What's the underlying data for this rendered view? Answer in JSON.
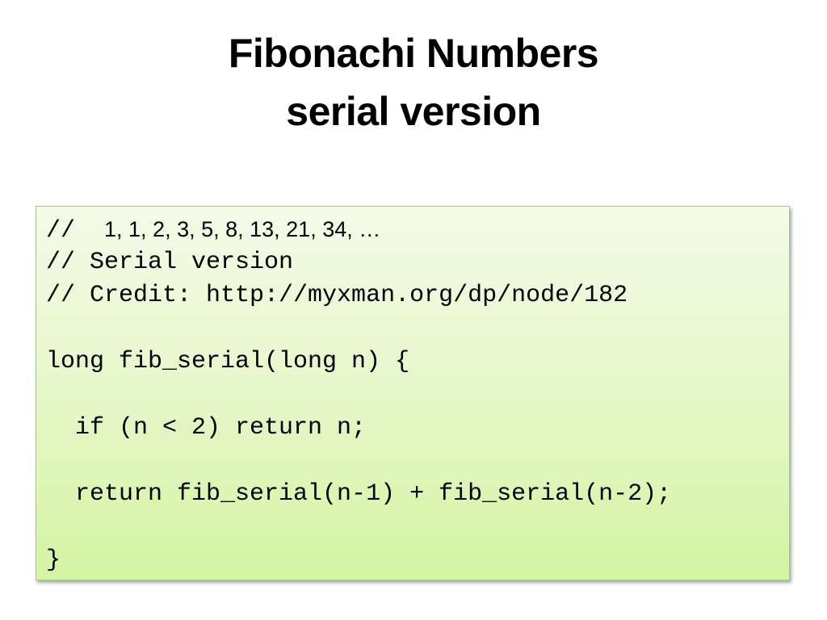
{
  "slide": {
    "title_line1": "Fibonachi Numbers",
    "title_line2": "serial version"
  },
  "code": {
    "line1_prefix": "//  ",
    "line1_sequence": "1, 1, 2, 3, 5, 8, 13, 21, 34, …",
    "line2": "// Serial version",
    "line3": "// Credit: http://myxman.org/dp/node/182",
    "line4": "",
    "line5": "long fib_serial(long n) {",
    "line6": "",
    "line7": "  if (n < 2) return n;",
    "line8": "",
    "line9": "  return fib_serial(n-1) + fib_serial(n-2);",
    "line10": "",
    "line11": "}"
  }
}
